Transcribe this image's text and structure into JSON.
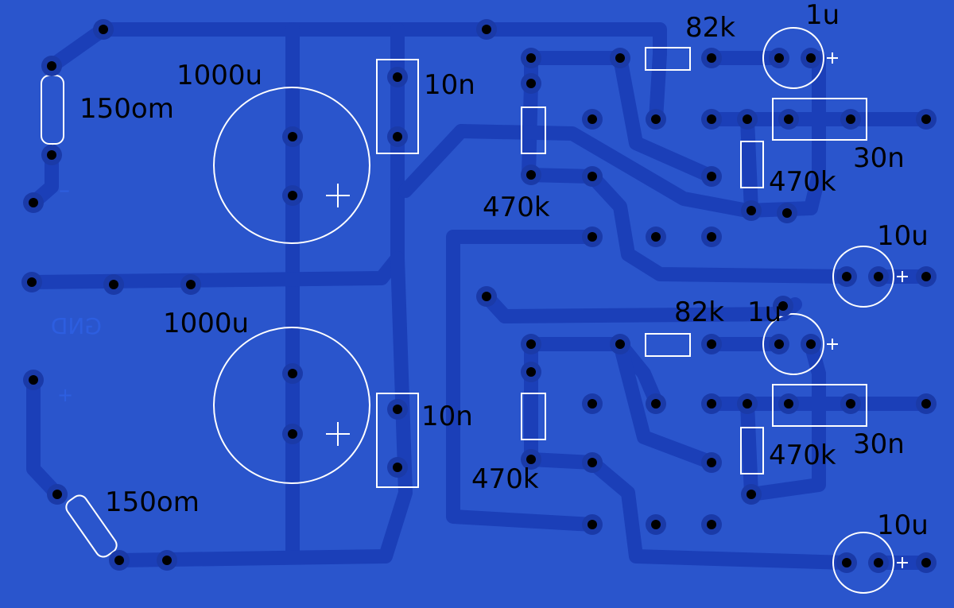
{
  "colors": {
    "board": "#2a55cc",
    "trace": "#1b3fb8",
    "pad": "#1a3aa8",
    "hole": "#000000",
    "silk": "#ffffff",
    "label": "#000000"
  },
  "labels": {
    "r_150_top": "150om",
    "r_150_bottom": "150om",
    "c_1000_top": "1000u",
    "c_1000_bottom": "1000u",
    "c_10n_top": "10n",
    "c_10n_bottom": "10n",
    "r_470_left_top": "470k",
    "r_470_left_bottom": "470k",
    "r_82_top": "82k",
    "r_82_bottom": "82k",
    "c_1u_top": "1u",
    "c_1u_bottom": "1u",
    "c_30n_top": "30n",
    "c_30n_bottom": "30n",
    "r_470_right_top": "470k",
    "r_470_right_bottom": "470k",
    "c_10u_top": "10u",
    "c_10u_bottom": "10u",
    "gnd_mirrored": "GND",
    "plus_marker": "+"
  }
}
